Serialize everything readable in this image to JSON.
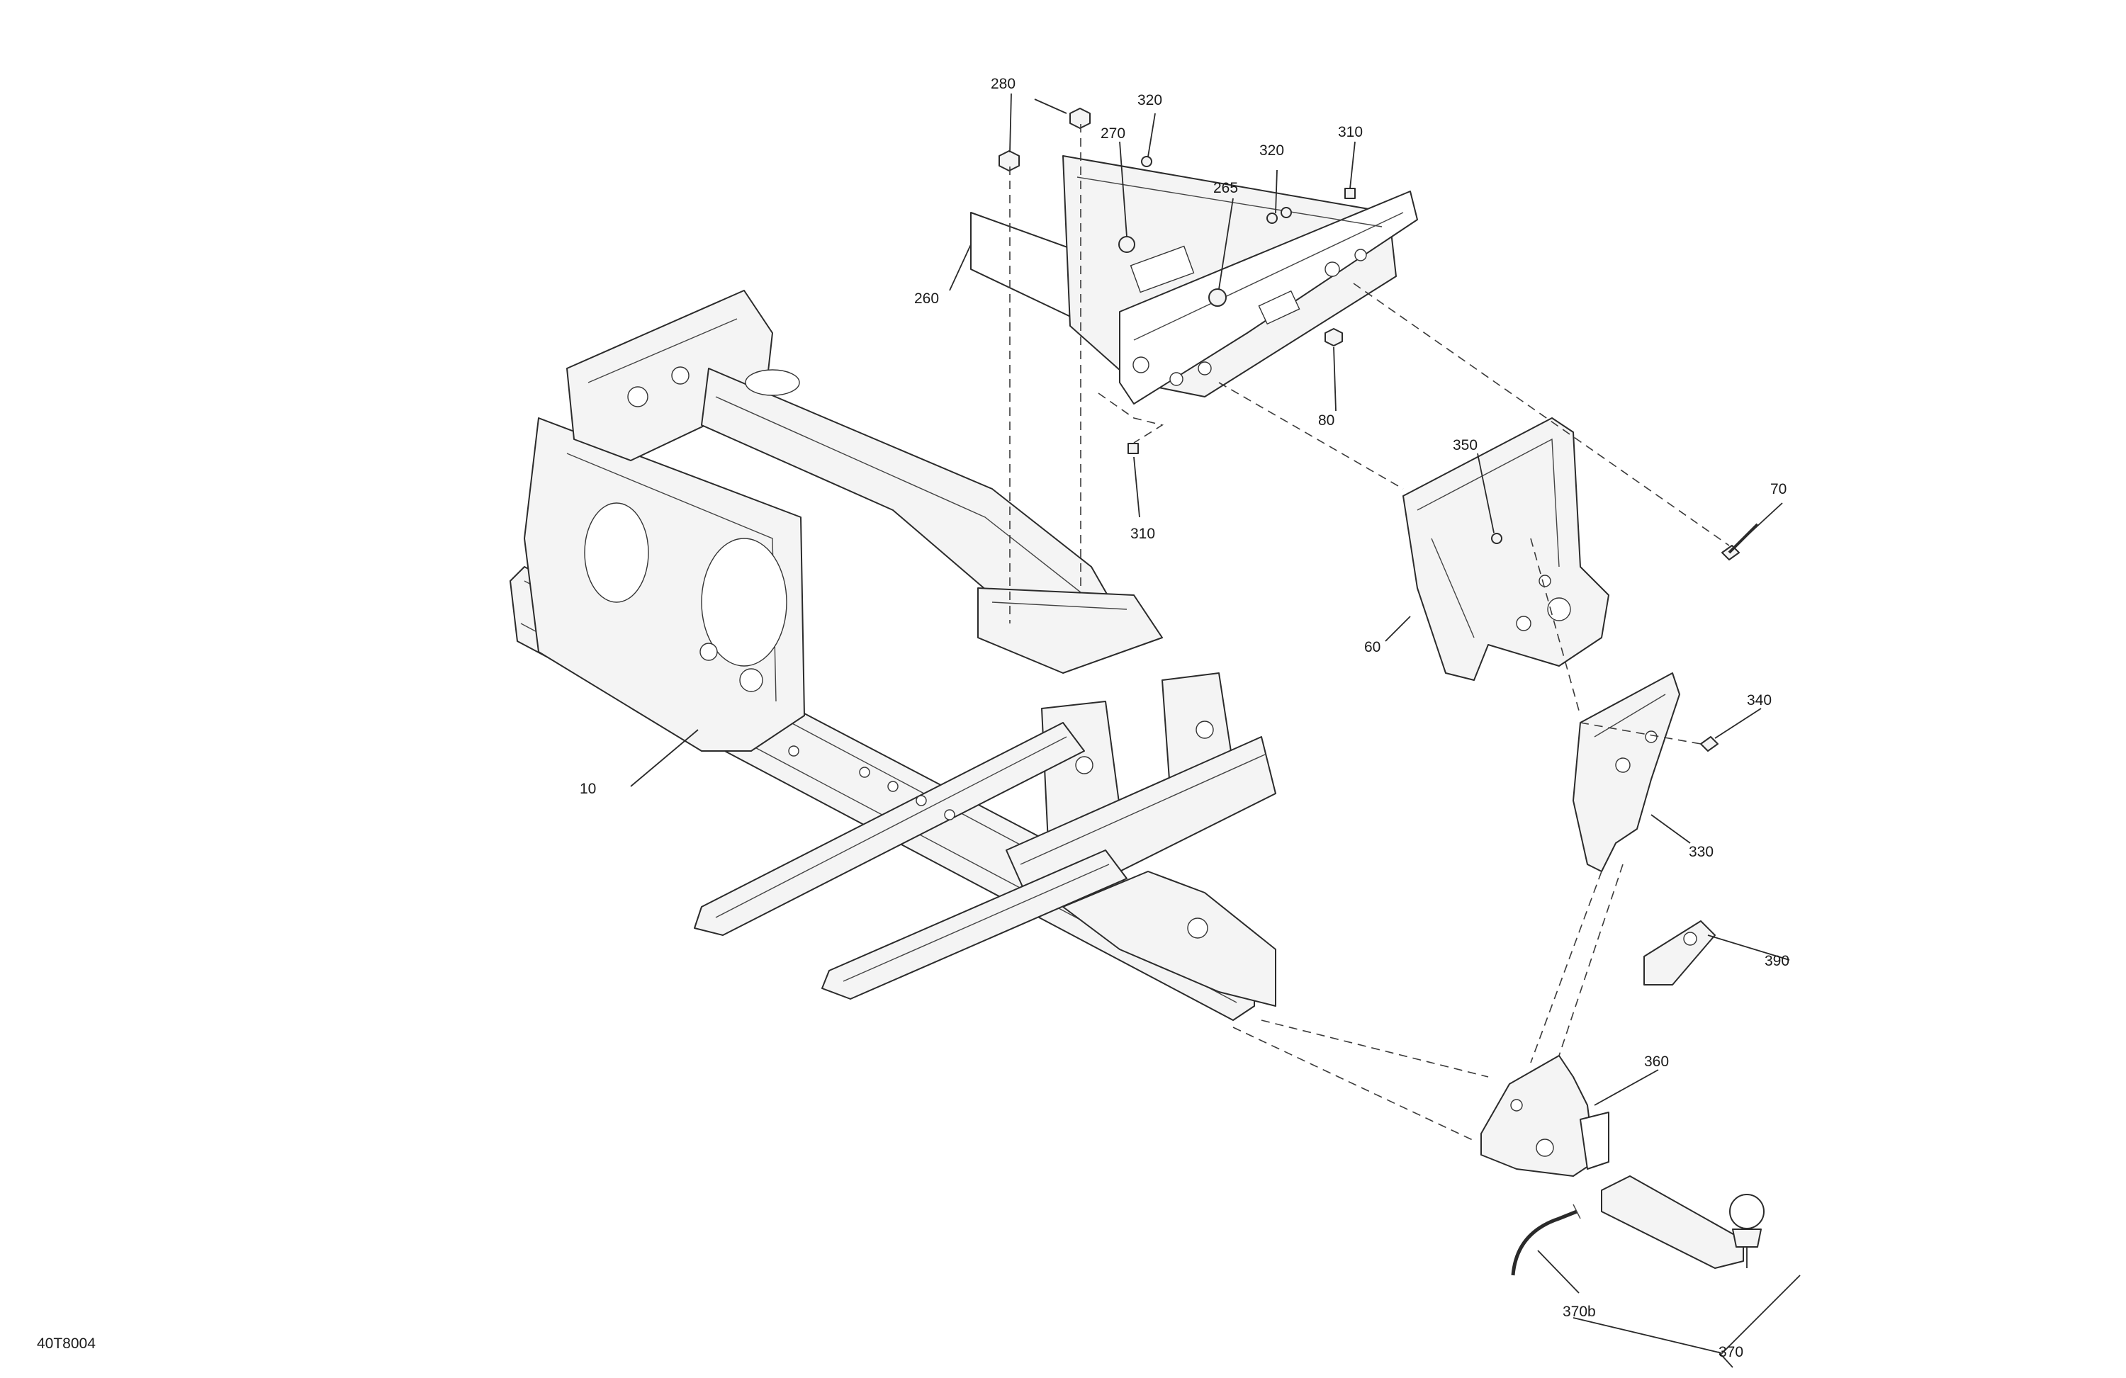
{
  "drawing_code": "40T8004",
  "callouts": {
    "c10": "10",
    "c60": "60",
    "c70": "70",
    "c80": "80",
    "c260": "260",
    "c265": "265",
    "c270": "270",
    "c280": "280",
    "c310a": "310",
    "c310b": "310",
    "c320a": "320",
    "c320b": "320",
    "c330": "330",
    "c340": "340",
    "c350": "350",
    "c360": "360",
    "c370": "370",
    "c370b": "370b",
    "c390": "390"
  }
}
